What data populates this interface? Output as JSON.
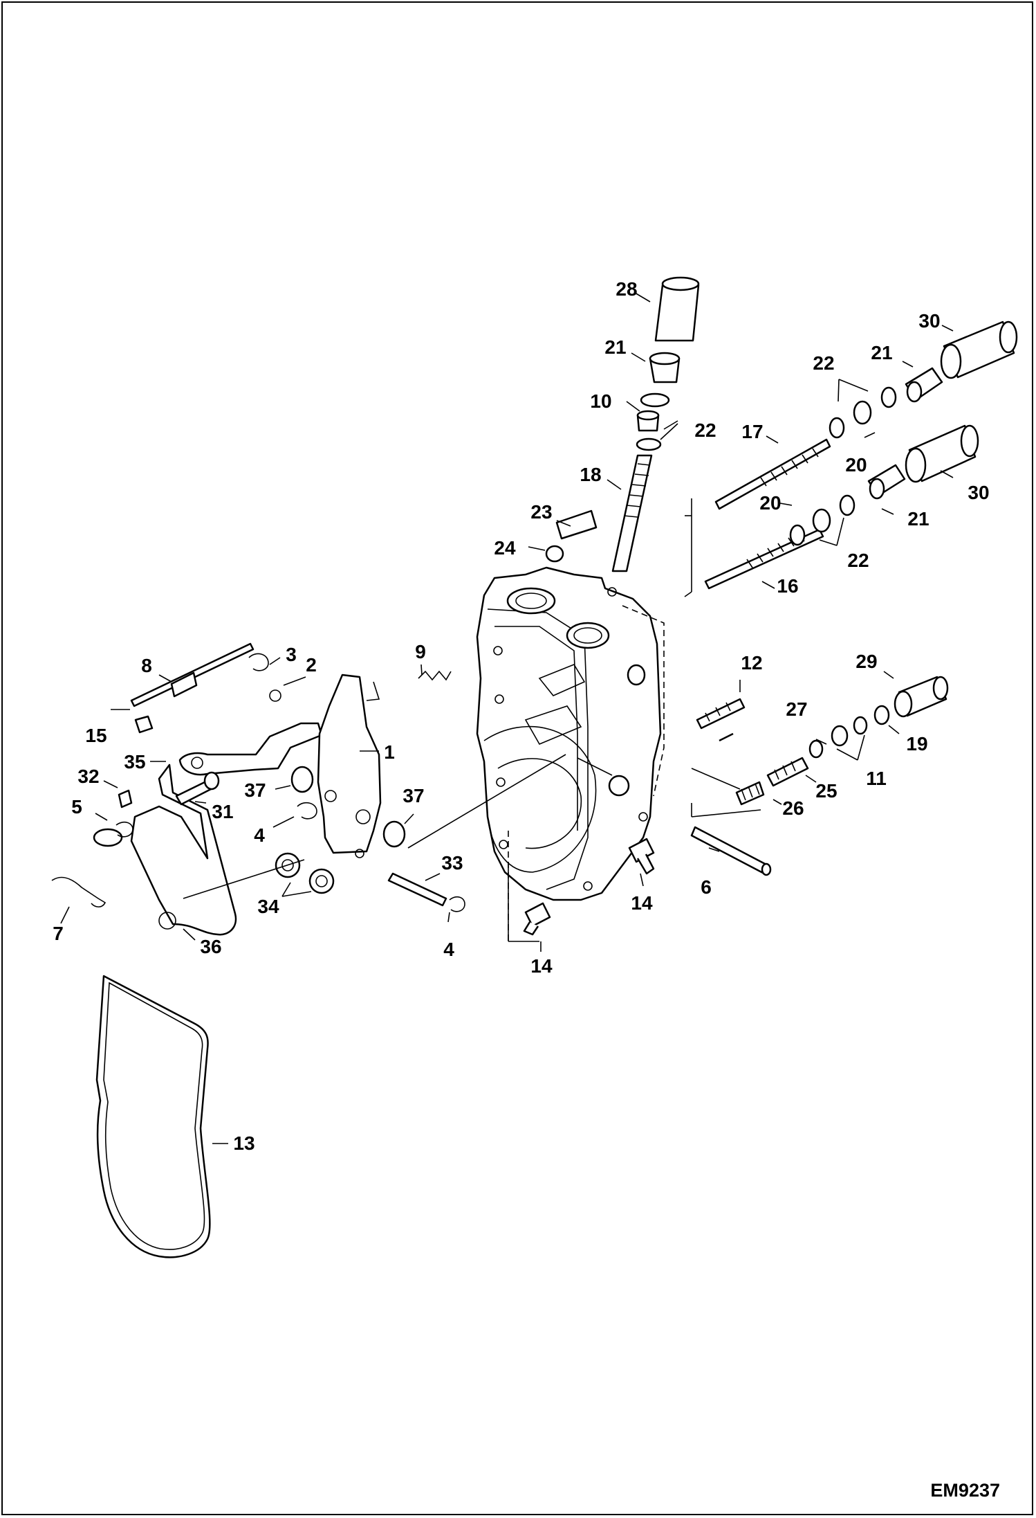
{
  "figure_code": "EM9237",
  "callouts": [
    {
      "id": "c28",
      "text": "28"
    },
    {
      "id": "c21a",
      "text": "21"
    },
    {
      "id": "c10",
      "text": "10"
    },
    {
      "id": "c22a",
      "text": "22"
    },
    {
      "id": "c18",
      "text": "18"
    },
    {
      "id": "c23",
      "text": "23"
    },
    {
      "id": "c24",
      "text": "24"
    },
    {
      "id": "c30a",
      "text": "30"
    },
    {
      "id": "c21b",
      "text": "21"
    },
    {
      "id": "c22b",
      "text": "22"
    },
    {
      "id": "c17",
      "text": "17"
    },
    {
      "id": "c20a",
      "text": "20"
    },
    {
      "id": "c30b",
      "text": "30"
    },
    {
      "id": "c20b",
      "text": "20"
    },
    {
      "id": "c21c",
      "text": "21"
    },
    {
      "id": "c22c",
      "text": "22"
    },
    {
      "id": "c16",
      "text": "16"
    },
    {
      "id": "c12",
      "text": "12"
    },
    {
      "id": "c29",
      "text": "29"
    },
    {
      "id": "c27",
      "text": "27"
    },
    {
      "id": "c19",
      "text": "19"
    },
    {
      "id": "c11",
      "text": "11"
    },
    {
      "id": "c25",
      "text": "25"
    },
    {
      "id": "c26",
      "text": "26"
    },
    {
      "id": "c6",
      "text": "6"
    },
    {
      "id": "c14a",
      "text": "14"
    },
    {
      "id": "c14b",
      "text": "14"
    },
    {
      "id": "c9",
      "text": "9"
    },
    {
      "id": "c8",
      "text": "8"
    },
    {
      "id": "c3",
      "text": "3"
    },
    {
      "id": "c2",
      "text": "2"
    },
    {
      "id": "c1",
      "text": "1"
    },
    {
      "id": "c15",
      "text": "15"
    },
    {
      "id": "c35",
      "text": "35"
    },
    {
      "id": "c32",
      "text": "32"
    },
    {
      "id": "c31",
      "text": "31"
    },
    {
      "id": "c37a",
      "text": "37"
    },
    {
      "id": "c37b",
      "text": "37"
    },
    {
      "id": "c5",
      "text": "5"
    },
    {
      "id": "c4a",
      "text": "4"
    },
    {
      "id": "c33",
      "text": "33"
    },
    {
      "id": "c34",
      "text": "34"
    },
    {
      "id": "c4b",
      "text": "4"
    },
    {
      "id": "c7",
      "text": "7"
    },
    {
      "id": "c36",
      "text": "36"
    },
    {
      "id": "c13",
      "text": "13"
    }
  ]
}
